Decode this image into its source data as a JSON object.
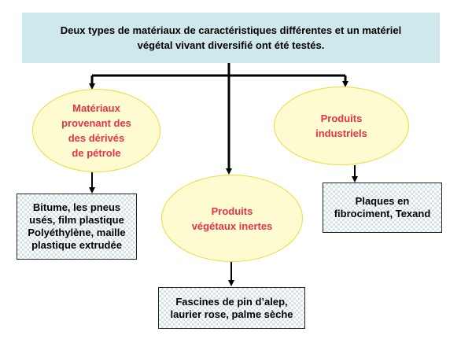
{
  "header": {
    "text": "Deux types de matériaux   de caractéristiques différentes et un matériel\nvégétal vivant diversifié ont été testés."
  },
  "nodes": {
    "left_category": "Matériaux\nprovenant des\ndes dérivés\nde pétrole",
    "middle_category": "Produits\nvégétaux inertes",
    "right_category": "Produits\nindustriels"
  },
  "boxes": {
    "left_examples": "Bitume, les pneus\nusés, film plastique\nPolyéthylène,  maille\nplastique extrudée",
    "middle_examples": "Fascines de pin d’alep,\nlaurier rose, palme sèche",
    "right_examples": "Plaques en\nfibrociment, Texand"
  },
  "colors": {
    "header_background": "#cfe8ec",
    "ellipse_fill": "#fffbd0",
    "ellipse_border": "#e6dd3a",
    "category_text": "#e8314a",
    "connector": "#000000"
  }
}
